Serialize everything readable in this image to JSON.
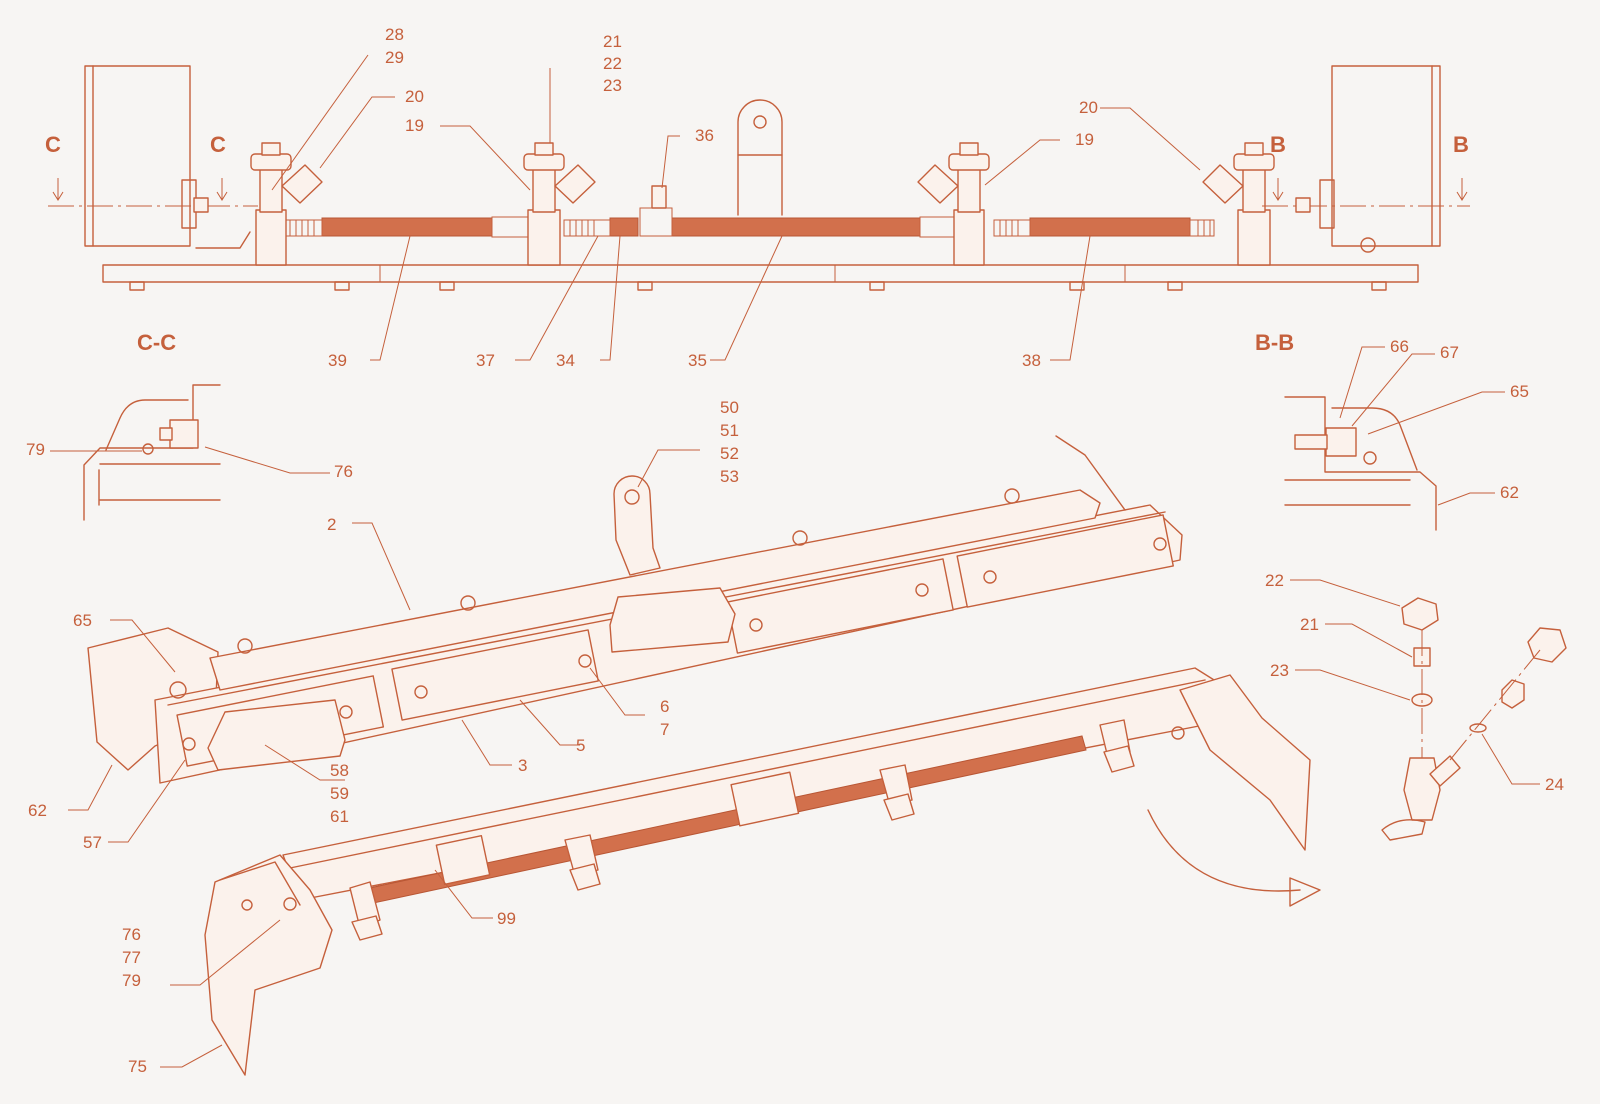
{
  "section_marks": {
    "c": "C",
    "b": "B"
  },
  "section_titles": {
    "cc": "C-C",
    "bb": "B-B"
  },
  "callouts": {
    "top": [
      "28",
      "29",
      "20",
      "21",
      "22",
      "23",
      "19",
      "36",
      "20",
      "19",
      "39",
      "37",
      "34",
      "35",
      "38"
    ],
    "cc": [
      "79",
      "76"
    ],
    "bb": [
      "66",
      "67",
      "65",
      "62"
    ],
    "assembly": [
      "50",
      "51",
      "52",
      "53",
      "2",
      "65",
      "6",
      "7",
      "5",
      "3",
      "58",
      "59",
      "61",
      "62",
      "57"
    ],
    "detail": [
      "22",
      "21",
      "23",
      "24"
    ],
    "lower": [
      "99",
      "76",
      "77",
      "79",
      "75"
    ]
  }
}
